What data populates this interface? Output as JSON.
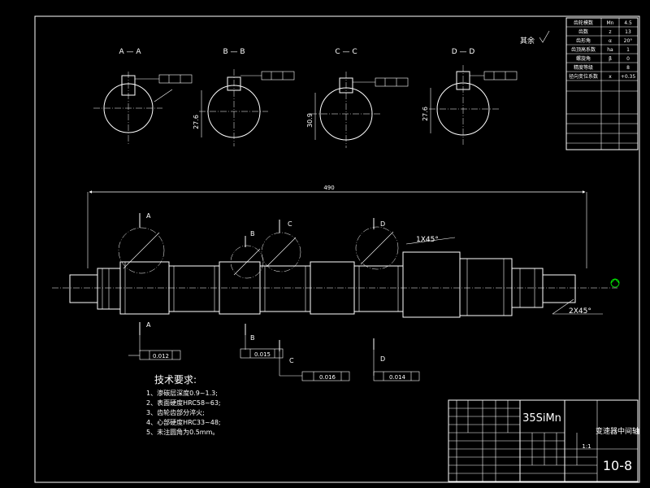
{
  "sections": [
    {
      "label": "A — A",
      "dim": ""
    },
    {
      "label": "B — B",
      "dim": "27.6"
    },
    {
      "label": "C — C",
      "dim": "30.9"
    },
    {
      "label": "D — D",
      "dim": "27.6"
    }
  ],
  "tolerance_frames": [
    "0.012",
    "0.015",
    "0.016",
    "0.014"
  ],
  "datum_letters": [
    "A",
    "B",
    "C",
    "D"
  ],
  "chamfer_top": "1X45°",
  "chamfer_right": "2X45°",
  "overall_dim": "490",
  "roughness_note": "其余",
  "gear_params": [
    [
      "齿轮模数",
      "Mn",
      "4.5"
    ],
    [
      "齿数",
      "z",
      "13"
    ],
    [
      "齿形角",
      "α",
      "20°"
    ],
    [
      "齿顶高系数",
      "ha",
      "1"
    ],
    [
      "螺旋角",
      "β",
      "0"
    ],
    [
      "精度等级",
      "",
      "8"
    ],
    [
      "径向变位系数",
      "x",
      "+0.35"
    ]
  ],
  "tech_title": "技术要求:",
  "tech_items": [
    "1、渗碳层深度0.9~1.3;",
    "2、表面硬度HRC58~63;",
    "3、齿轮齿部分淬火;",
    "4、心部硬度HRC33~48;",
    "5、未注圆角为0.5mm。"
  ],
  "title_block": {
    "material": "35SiMn",
    "part_name": "变速器中间轴",
    "drawing_no": "10-8",
    "scale": "1:1"
  }
}
